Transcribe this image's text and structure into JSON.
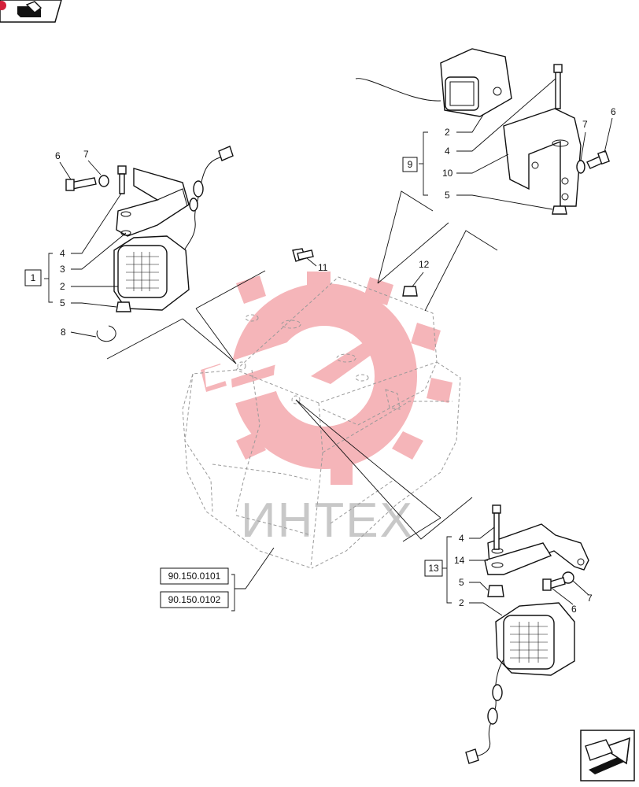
{
  "nav": {
    "top_icon": "book-arrow-icon",
    "bottom_icon": "next-page-arrow-icon"
  },
  "watermark": {
    "text": "ИНТЕХ",
    "color": "#e8202a"
  },
  "groups": {
    "g1": "1",
    "g9": "9",
    "g13": "13"
  },
  "refs": {
    "ref1": "90.150.0101",
    "ref2": "90.150.0102"
  },
  "callouts": {
    "g9_2": "2",
    "g9_4": "4",
    "g9_10": "10",
    "g9_5": "5",
    "g9_7": "7",
    "g9_6": "6",
    "g1_6": "6",
    "g1_7": "7",
    "g1_4": "4",
    "g1_3": "3",
    "g1_2": "2",
    "g1_5": "5",
    "p8": "8",
    "p11": "11",
    "p12": "12",
    "g13_4": "4",
    "g13_14": "14",
    "g13_5": "5",
    "g13_2": "2",
    "g13_7": "7",
    "g13_6": "6"
  }
}
